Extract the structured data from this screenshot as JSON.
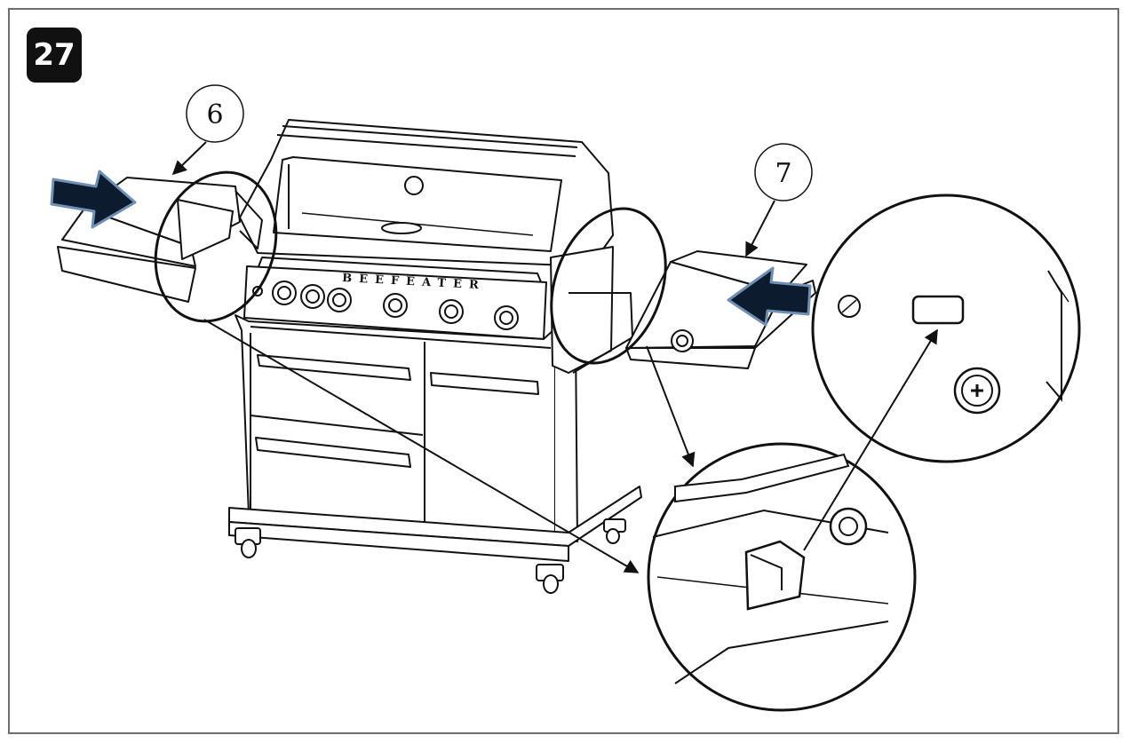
{
  "step": {
    "number": "27"
  },
  "callouts": [
    {
      "label": "6",
      "part": "left-side-shelf"
    },
    {
      "label": "7",
      "part": "right-side-shelf"
    }
  ],
  "brand": {
    "text": "BEEFEATER"
  },
  "colors": {
    "frame": "#6d6d6d",
    "badge": "#111111",
    "arrow_fill": "#0d1b2f",
    "arrow_outline": "#6f8fb4",
    "line": "#111111"
  },
  "icons": {
    "insert_arrows": "right-arrow-icon",
    "fastener": "phillips-screw-icon"
  }
}
